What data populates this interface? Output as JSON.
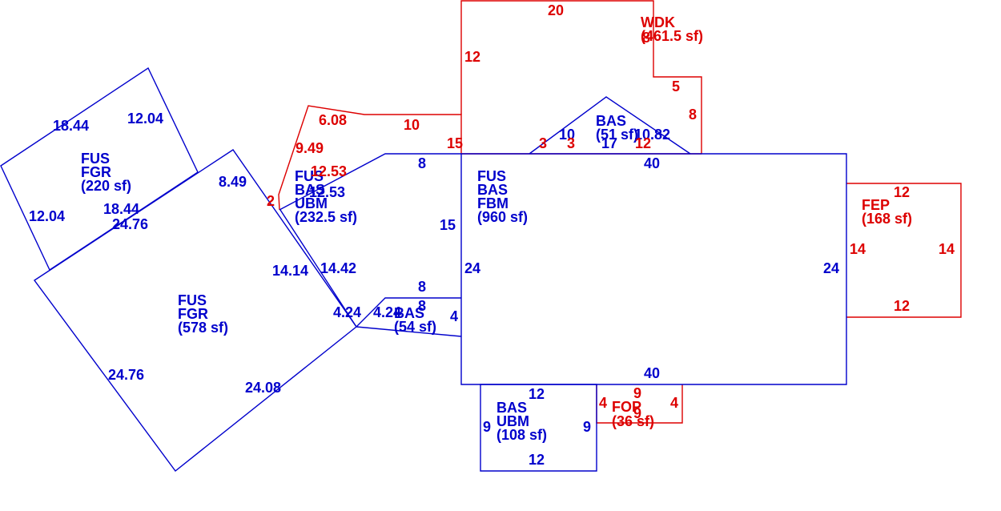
{
  "colors": {
    "blue": "#0000cc",
    "red": "#dd0000",
    "background": "#ffffff"
  },
  "areas": {
    "fus_fgr_220": {
      "l1": "FUS",
      "l2": "FGR",
      "l3": "(220 sf)"
    },
    "fus_fgr_578": {
      "l1": "FUS",
      "l2": "FGR",
      "l3": "(578 sf)"
    },
    "fus_bas_ubm": {
      "l1": "FUS",
      "l2": "BAS",
      "l3": "UBM",
      "l4": "(232.5 sf)"
    },
    "fus_bas_fbm": {
      "l1": "FUS",
      "l2": "BAS",
      "l3": "FBM",
      "l4": "(960 sf)"
    },
    "bas_51": {
      "l1": "BAS",
      "l2": "(51 sf)"
    },
    "bas_54": {
      "l1": "BAS",
      "l2": "(54 sf)"
    },
    "bas_ubm_108": {
      "l1": "BAS",
      "l2": "UBM",
      "l3": "(108 sf)"
    },
    "wdk": {
      "l1": "WDK",
      "l2": "(461.5 sf)"
    },
    "fep": {
      "l1": "FEP",
      "l2": "(168 sf)"
    },
    "fop": {
      "l1": "FOP",
      "l2": "(36 sf)"
    }
  },
  "dims": {
    "blue": {
      "fgr220_top": "18.44",
      "fgr220_right": "12.04",
      "fgr220_left": "12.04",
      "fgr220_bottom": "18.44",
      "fgr578_a": "8.49",
      "fgr578_b": "24.76",
      "fgr578_c": "14.14",
      "fgr578_d": "4.24",
      "fgr578_e": "24.76",
      "fgr578_f": "24.08",
      "ubm_top": "12.53",
      "ubm_diag": "14.42",
      "main_top": "8",
      "main_left": "15",
      "bas51_a": "10",
      "bas51_b": "10.82",
      "bas51_c": "17",
      "fbm_top": "40",
      "fbm_left": "24",
      "fbm_right": "24",
      "fbm_bottom": "40",
      "bas54_top": "8",
      "bas54_a": "4.24",
      "bas54_b": "8",
      "bas54_c": "4",
      "bas108_top": "12",
      "bas108_left": "9",
      "bas108_right": "9",
      "bas108_bottom": "12"
    },
    "red": {
      "wdk_top": "20",
      "wdk_left": "12",
      "wdk_a": "8",
      "wdk_b": "5",
      "wdk_c": "8",
      "wdk_d": "10",
      "wdk_e": "6.08",
      "wdk_f": "9.49",
      "wdk_g": "12.53",
      "wdk_h": "2",
      "wdk_i": "15",
      "wdk_j": "3",
      "wdk_k": "3",
      "wdk_l": "12",
      "fep_top": "12",
      "fep_left": "14",
      "fep_right": "14",
      "fep_bottom": "12",
      "fop_a": "9",
      "fop_left": "4",
      "fop_right": "4",
      "fop_b": "9"
    }
  }
}
